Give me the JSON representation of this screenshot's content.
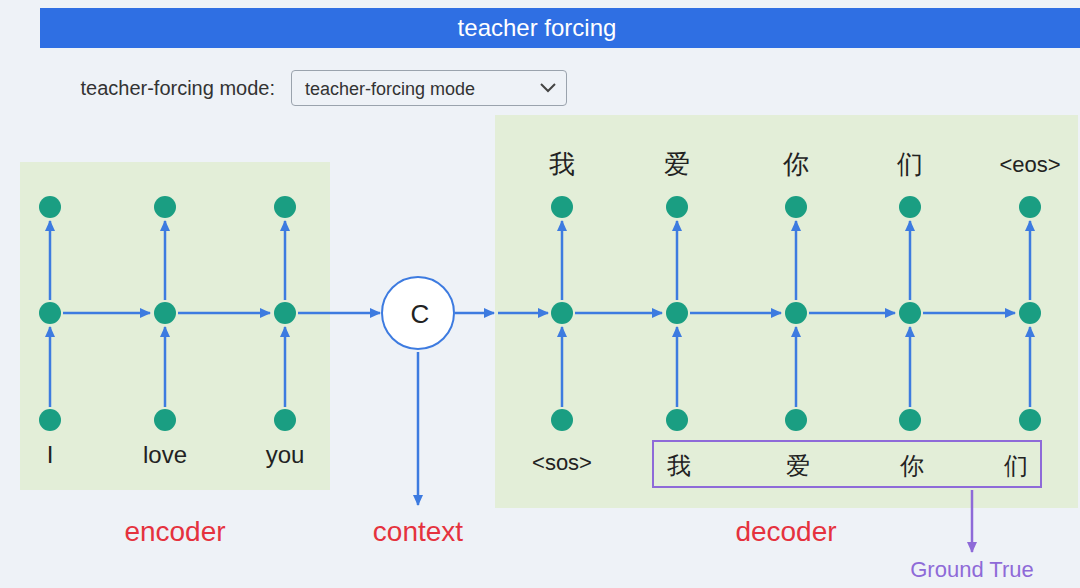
{
  "diagram": {
    "title": "teacher forcing",
    "nodes": [
      {
        "text": [
          "teacher-forcing mode"
        ]
      },
      {
        "text": [
          "encoder"
        ]
      },
      {
        "text": [
          "C"
        ]
      },
      {
        "text": [
          "decoder"
        ]
      },
      {
        "text": [
          "我",
          "爱",
          "你",
          "们"
        ],
        "in": 3
      }
    ],
    "edges": [
      {
        "from": 1,
        "to": 2,
        "arrow": "to"
      },
      {
        "from": 2,
        "to": 3,
        "arrow": "to"
      }
    ],
    "labels": [
      "teacher-forcing mode:",
      "I",
      "love",
      "you",
      "context",
      "<sos>",
      "我",
      "爱",
      "你",
      "们",
      "<eos>",
      "Ground True"
    ]
  }
}
